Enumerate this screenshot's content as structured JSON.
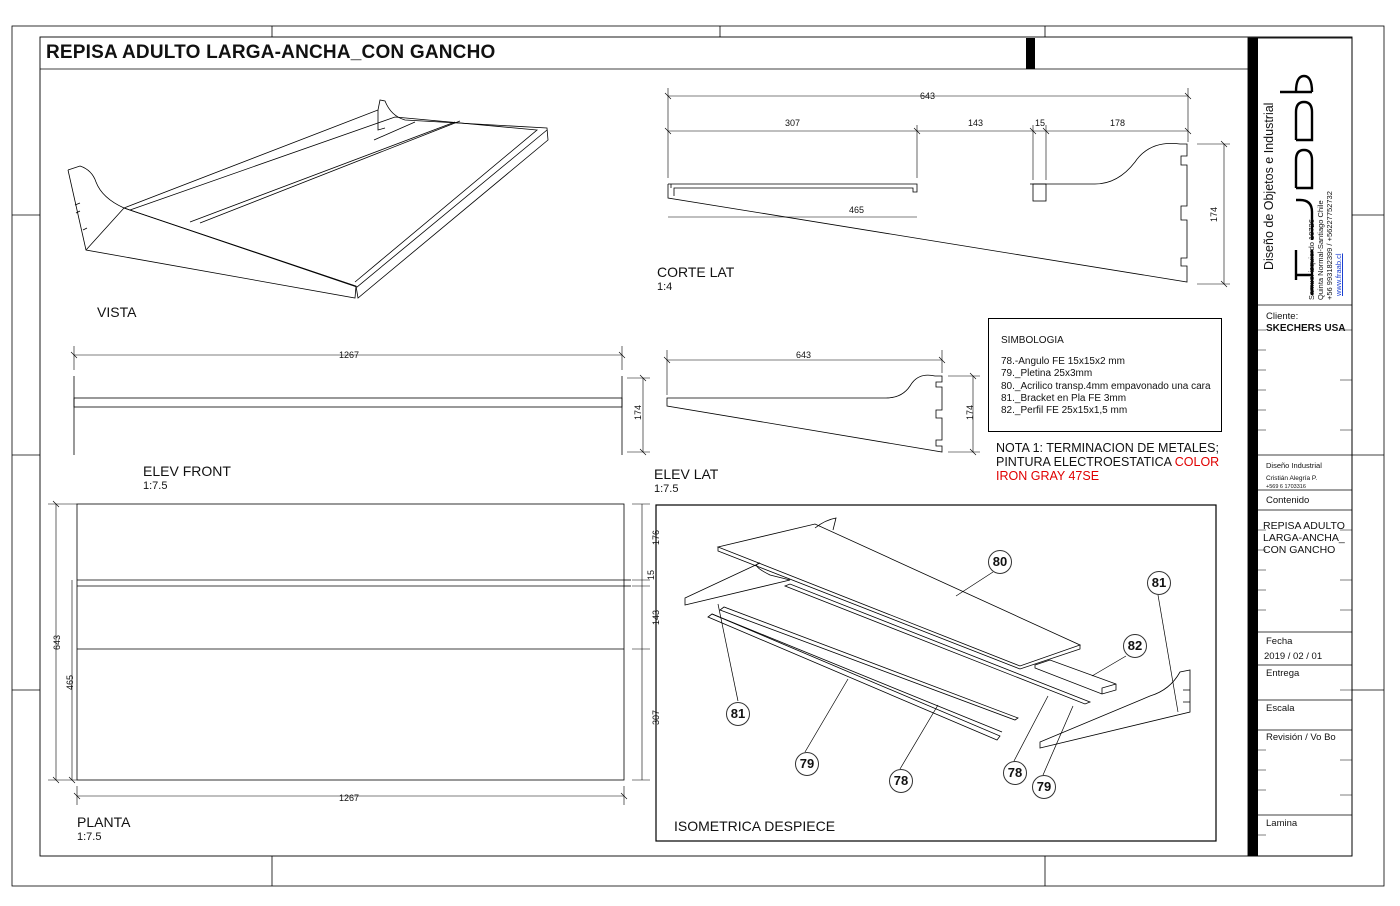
{
  "title": "REPISA ADULTO LARGA-ANCHA_CON GANCHO",
  "views": {
    "vista": {
      "label": "VISTA"
    },
    "corte_lat": {
      "label": "CORTE LAT",
      "scale": "1:4",
      "dims": {
        "total": "643",
        "d307": "307",
        "d143": "143",
        "d15": "15",
        "d178": "178",
        "d465": "465",
        "d174": "174"
      }
    },
    "elev_front": {
      "label": "ELEV FRONT",
      "scale": "1:7.5",
      "dims": {
        "width": "1267",
        "height": "174"
      }
    },
    "elev_lat": {
      "label": "ELEV LAT",
      "scale": "1:7.5",
      "dims": {
        "width": "643",
        "height": "174"
      }
    },
    "planta": {
      "label": "PLANTA",
      "scale": "1:7.5",
      "dims": {
        "width": "1267",
        "d643": "643",
        "d465": "465",
        "d176": "176",
        "d15": "15",
        "d143": "143",
        "d307": "307"
      }
    },
    "isometrica": {
      "label": "ISOMETRICA DESPIECE",
      "balloons": {
        "b80": "80",
        "b81a": "81",
        "b82": "82",
        "b81b": "81",
        "b79a": "79",
        "b78a": "78",
        "b78b": "78",
        "b79b": "79"
      }
    }
  },
  "legend": {
    "title": "SIMBOLOGIA",
    "items": [
      "78.-Angulo FE 15x15x2 mm",
      "79._Pletina 25x3mm",
      "80._Acrilico transp.4mm empavonado una cara",
      "81._Bracket en Pla FE 3mm",
      "82._Perfil FE 25x15x1,5 mm"
    ]
  },
  "nota": {
    "line1": "NOTA 1: TERMINACION  DE METALES;",
    "line2_prefix": "PINTURA ELECTROESTATICA ",
    "line2_color": "COLOR",
    "line3": "IRON GRAY 47SE"
  },
  "title_block": {
    "company": "Diseño de Objetos e Industrial",
    "logo_text": "Fraab",
    "address1": "Samuel izquierdo 10726",
    "address2": "Quinta Normal-Santiago Chile",
    "phones": "+56 993182399  /  +56227752732",
    "web": "www.fraab.cl",
    "cliente_label": "Cliente:",
    "cliente": "SKECHERS USA",
    "diseno_label": "Diseño Industrial",
    "designer": "Cristián Alegría P.",
    "designer_phone": "+569 6 1703316",
    "contenido_label": "Contenido",
    "contenido": "REPISA ADULTO LARGA-ANCHA_ CON GANCHO",
    "fecha_label": "Fecha",
    "fecha": "2019 / 02 / 01",
    "entrega_label": "Entrega",
    "escala_label": "Escala",
    "revision_label": "Revisión  / Vo Bo",
    "lamina_label": "Lamina"
  },
  "colors": {
    "line": "#000000",
    "accent_red": "#e00000",
    "link": "#1a3fd1"
  }
}
